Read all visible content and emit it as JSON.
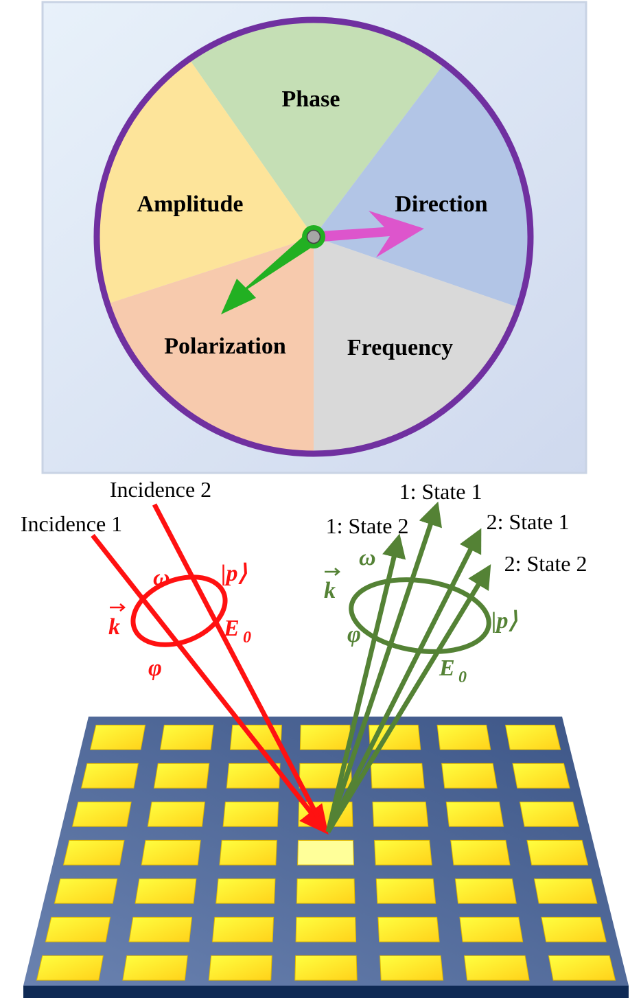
{
  "wheel": {
    "sectors": [
      {
        "label": "Phase",
        "color": "#c5dfb5"
      },
      {
        "label": "Direction",
        "color": "#b2c5e6"
      },
      {
        "label": "Frequency",
        "color": "#d9d9d9"
      },
      {
        "label": "Polarization",
        "color": "#f7caad"
      },
      {
        "label": "Amplitude",
        "color": "#fde49a"
      }
    ],
    "rim_color": "#7030a0",
    "hub_ring_color": "#22b022",
    "hub_color": "#a6a6a6",
    "pointer_long_color": "#22b022",
    "pointer_short_color": "#dd55cc"
  },
  "incident": {
    "color": "#ff1111",
    "beam_labels": [
      "Incidence 1",
      "Incidence 2"
    ],
    "symbols": {
      "k": "k",
      "omega": "ω",
      "phi": "φ",
      "ket": "|p⟩",
      "E": "E",
      "E_sub": "0"
    }
  },
  "output": {
    "color": "#548235",
    "beam_labels": [
      "1: State 2",
      "1: State 1",
      "2: State 1",
      "2: State 2"
    ],
    "symbols": {
      "k": "k",
      "omega": "ω",
      "phi": "φ",
      "ket": "|p⟩",
      "E": "E",
      "E_sub": "0"
    }
  },
  "metasurface": {
    "substrate_color": "#44608f",
    "edge_color": "#0f2a55",
    "cell_color": "#ffe22a",
    "highlight_cell_color": "#ffff99",
    "rows": 7,
    "cols": 7,
    "highlight": [
      3,
      3
    ]
  }
}
